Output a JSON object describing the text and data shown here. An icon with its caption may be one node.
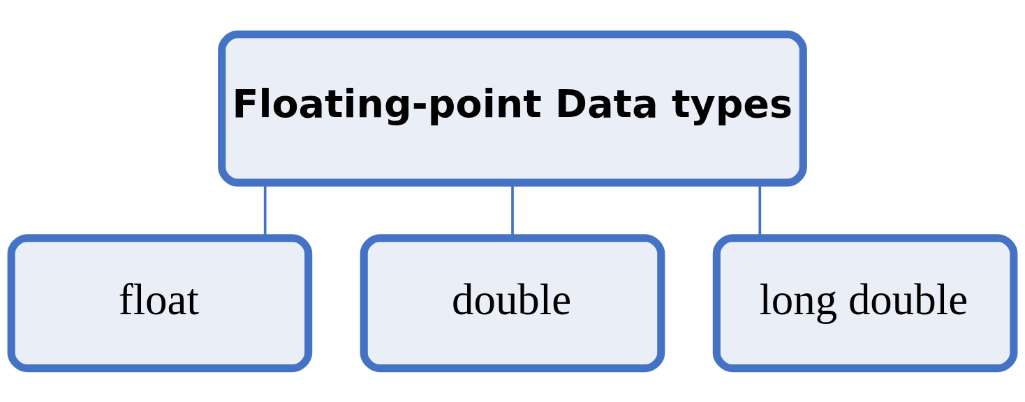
{
  "diagram": {
    "nodes": [
      {
        "text": [
          "Floating-point Data types"
        ]
      },
      {
        "text": [
          "float"
        ]
      },
      {
        "text": [
          "double"
        ]
      },
      {
        "text": [
          "long double"
        ]
      }
    ],
    "edges": [
      {
        "from": 0,
        "to": 1,
        "arrow": "none"
      },
      {
        "from": 0,
        "to": 2,
        "arrow": "none"
      },
      {
        "from": 0,
        "to": 3,
        "arrow": "none"
      }
    ]
  }
}
